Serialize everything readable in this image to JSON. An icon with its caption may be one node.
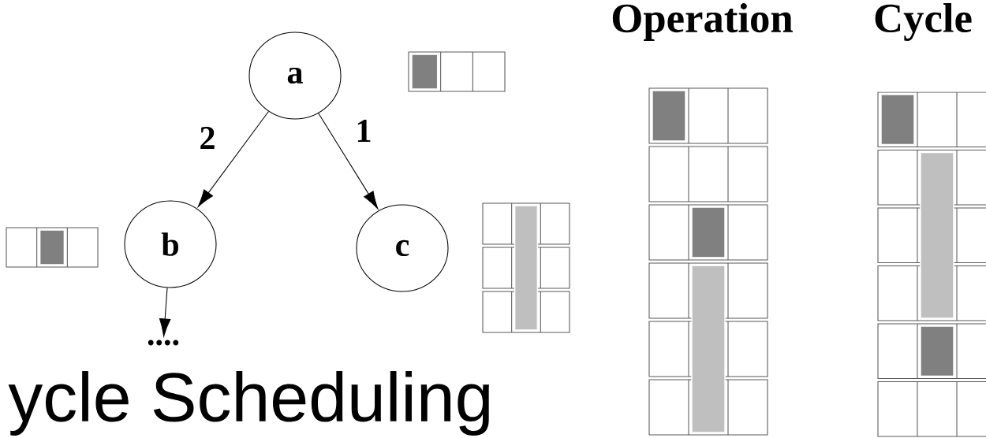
{
  "diagram": {
    "nodes": [
      {
        "text": [
          "a"
        ]
      },
      {
        "text": [
          "b"
        ]
      },
      {
        "text": [
          "c"
        ]
      },
      {
        "text": [
          "...."
        ]
      }
    ],
    "edges": [
      {
        "from": 0,
        "to": 1,
        "arrow": "to",
        "label": "2"
      },
      {
        "from": 0,
        "to": 2,
        "arrow": "to",
        "label": "1"
      },
      {
        "from": 1,
        "to": 3,
        "arrow": "to"
      }
    ],
    "labels": [
      "Operation",
      "Cycle",
      "ycle Scheduling"
    ]
  }
}
